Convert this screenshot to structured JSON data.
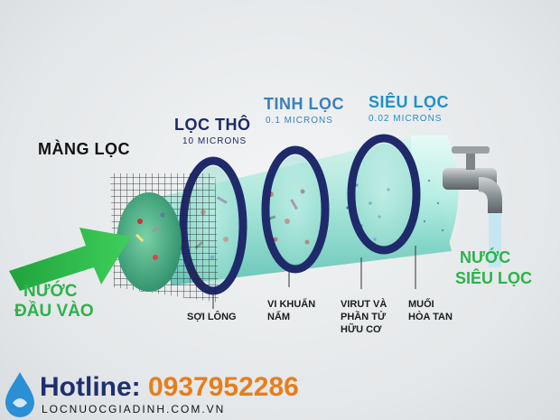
{
  "labels": {
    "membrane": "MÀNG LỌC",
    "coarse_title": "LỌC THÔ",
    "coarse_sub": "10 MICRONS",
    "fine_title": "TINH LỌC",
    "fine_sub": "0.1 MICRONS",
    "ultra_title": "SIÊU LỌC",
    "ultra_sub": "0.02 MICRONS",
    "input_water_line1": "NƯỚC",
    "input_water_line2": "ĐẦU VÀO",
    "output_water_line1": "NƯỚC",
    "output_water_line2": "SIÊU LỌC"
  },
  "captions": {
    "fibers": "SỢI LÔNG",
    "bacteria_line1": "VI KHUẨN",
    "bacteria_line2": "NẤM",
    "virus_line1": "VIRUT VÀ",
    "virus_line2": "PHẦN TỬ",
    "virus_line3": "HỮU CƠ",
    "salts_line1": "MUỐI",
    "salts_line2": "HÒA TAN"
  },
  "footer": {
    "hotline_label": "Hotline:",
    "hotline_number": "0937952286",
    "website": "LOCNUOCGIADINH.COM.VN"
  },
  "colors": {
    "arrow_green": "#2bb34a",
    "ring_navy": "#1f2a6b",
    "tube_teal": "#9fe3d6",
    "hotline_orange": "#e67e1c"
  },
  "icons": {
    "logo": "water-drop-icon",
    "faucet": "faucet-icon",
    "arrow": "inflow-arrow-icon"
  }
}
